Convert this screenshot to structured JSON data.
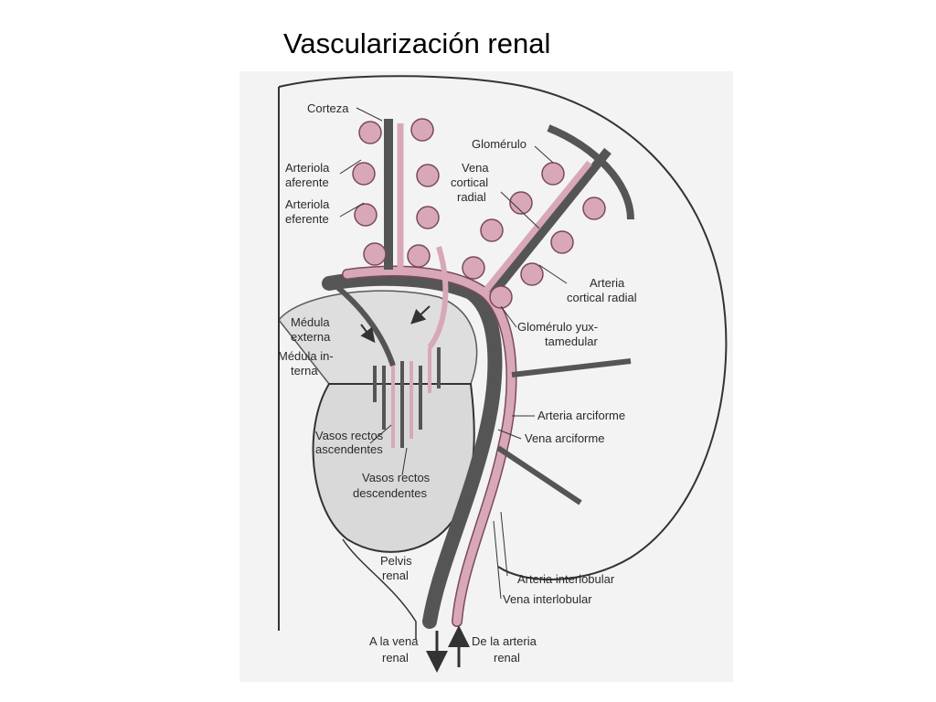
{
  "title": "Vascularización renal",
  "labels": {
    "corteza": "Corteza",
    "arteriola_aferente": [
      "Arteriola",
      "aferente"
    ],
    "arteriola_eferente": [
      "Arteriola",
      "eferente"
    ],
    "glomerulo": "Glomérulo",
    "vena_cortical_radial": [
      "Vena",
      "cortical",
      "radial"
    ],
    "arteria_cortical_radial": [
      "Arteria",
      "cortical radial"
    ],
    "medula_externa": [
      "Médula",
      "externa"
    ],
    "medula_interna": [
      "Médula in-",
      "terna"
    ],
    "glomerulo_yuxtamedular": [
      "Glomérulo yux-",
      "tamedular"
    ],
    "arteria_arciforme": "Arteria arciforme",
    "vena_arciforme": "Vena arciforme",
    "vasos_rectos_ascendentes": [
      "Vasos rectos",
      "ascendentes"
    ],
    "vasos_rectos_descendentes": [
      "Vasos rectos",
      "descendentes"
    ],
    "pelvis_renal": [
      "Pelvis",
      "renal"
    ],
    "arteria_interlobular": "Arteria interlobular",
    "vena_interlobular": "Vena interlobular",
    "a_la_vena_renal": [
      "A la vena",
      "renal"
    ],
    "de_la_arteria_renal": [
      "De la arteria",
      "renal"
    ]
  },
  "colors": {
    "artery": "#d8a8b8",
    "artery_edge": "#7a4a5a",
    "vein": "#555555",
    "outline": "#333333",
    "medulla_fill": "#d9d9d9",
    "background": "#f3f3f3"
  }
}
